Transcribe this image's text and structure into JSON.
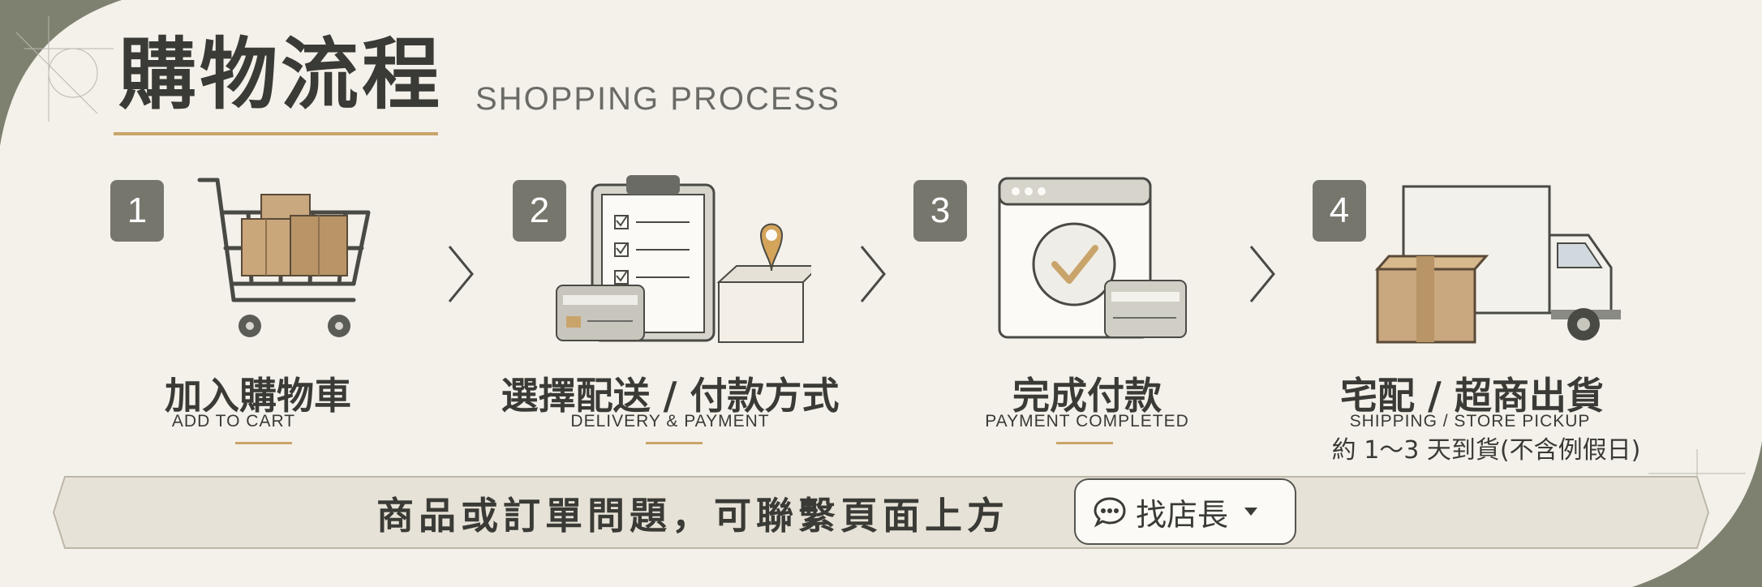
{
  "header": {
    "title_zh": "購物流程",
    "title_en": "SHOPPING PROCESS"
  },
  "steps": [
    {
      "num": "1",
      "label": "加入購物車",
      "sub": "ADD TO CART",
      "icon": "shopping-cart-icon"
    },
    {
      "num": "2",
      "label": "選擇配送 / 付款方式",
      "sub": "DELIVERY & PAYMENT",
      "icon": "clipboard-checklist-icon"
    },
    {
      "num": "3",
      "label": "完成付款",
      "sub": "PAYMENT COMPLETED",
      "icon": "payment-check-icon"
    },
    {
      "num": "4",
      "label": "宅配 / 超商出貨",
      "sub": "SHIPPING / STORE PICKUP",
      "note": "約 1～3 天到貨(不含例假日)",
      "icon": "delivery-truck-icon"
    }
  ],
  "footer": {
    "text": "商品或訂單問題，可聯繫頁面上方",
    "button_label": "找店長"
  },
  "colors": {
    "accent_gold": "#c9a46a",
    "badge_gray": "#76766d",
    "text_dark": "#3a3a36",
    "background": "#f4f1ea"
  }
}
